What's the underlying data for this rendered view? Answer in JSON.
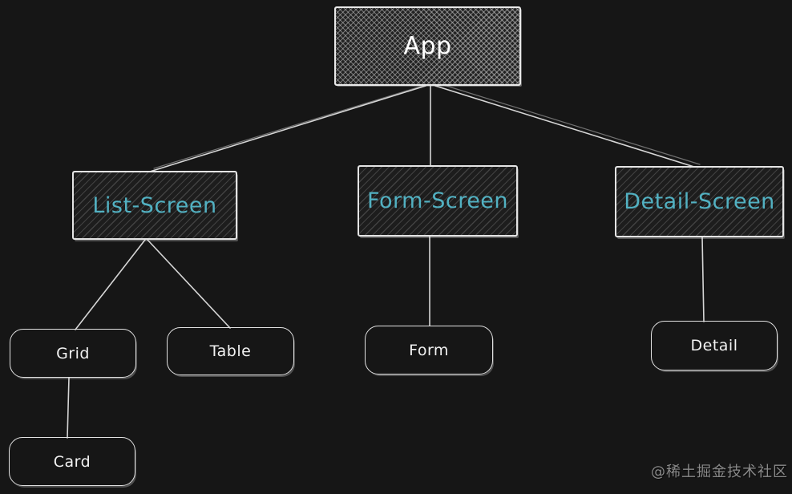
{
  "diagram": {
    "kind": "component-tree",
    "colors": {
      "background": "#161616",
      "node_border": "#e4e4e4",
      "root_label": "#ffffff",
      "screen_label": "#52b1c2",
      "leaf_label": "#f2f2f2",
      "connector": "#d6d6d6",
      "watermark": "#8a8a8a"
    },
    "nodes": [
      {
        "id": "app",
        "label": "App",
        "style": "cross-hatch"
      },
      {
        "id": "list-screen",
        "label": "List-Screen",
        "style": "hatch"
      },
      {
        "id": "form-screen",
        "label": "Form-Screen",
        "style": "hatch"
      },
      {
        "id": "detail-screen",
        "label": "Detail-Screen",
        "style": "hatch"
      },
      {
        "id": "grid",
        "label": "Grid",
        "style": "rounded"
      },
      {
        "id": "table",
        "label": "Table",
        "style": "rounded"
      },
      {
        "id": "form",
        "label": "Form",
        "style": "rounded"
      },
      {
        "id": "detail",
        "label": "Detail",
        "style": "rounded"
      },
      {
        "id": "card",
        "label": "Card",
        "style": "rounded"
      }
    ],
    "edges": [
      {
        "from": "App",
        "to": "List-Screen"
      },
      {
        "from": "App",
        "to": "Form-Screen"
      },
      {
        "from": "App",
        "to": "Detail-Screen"
      },
      {
        "from": "List-Screen",
        "to": "Grid"
      },
      {
        "from": "List-Screen",
        "to": "Table"
      },
      {
        "from": "Form-Screen",
        "to": "Form"
      },
      {
        "from": "Detail-Screen",
        "to": "Detail"
      },
      {
        "from": "Grid",
        "to": "Card"
      }
    ],
    "watermark": "@稀土掘金技术社区"
  }
}
